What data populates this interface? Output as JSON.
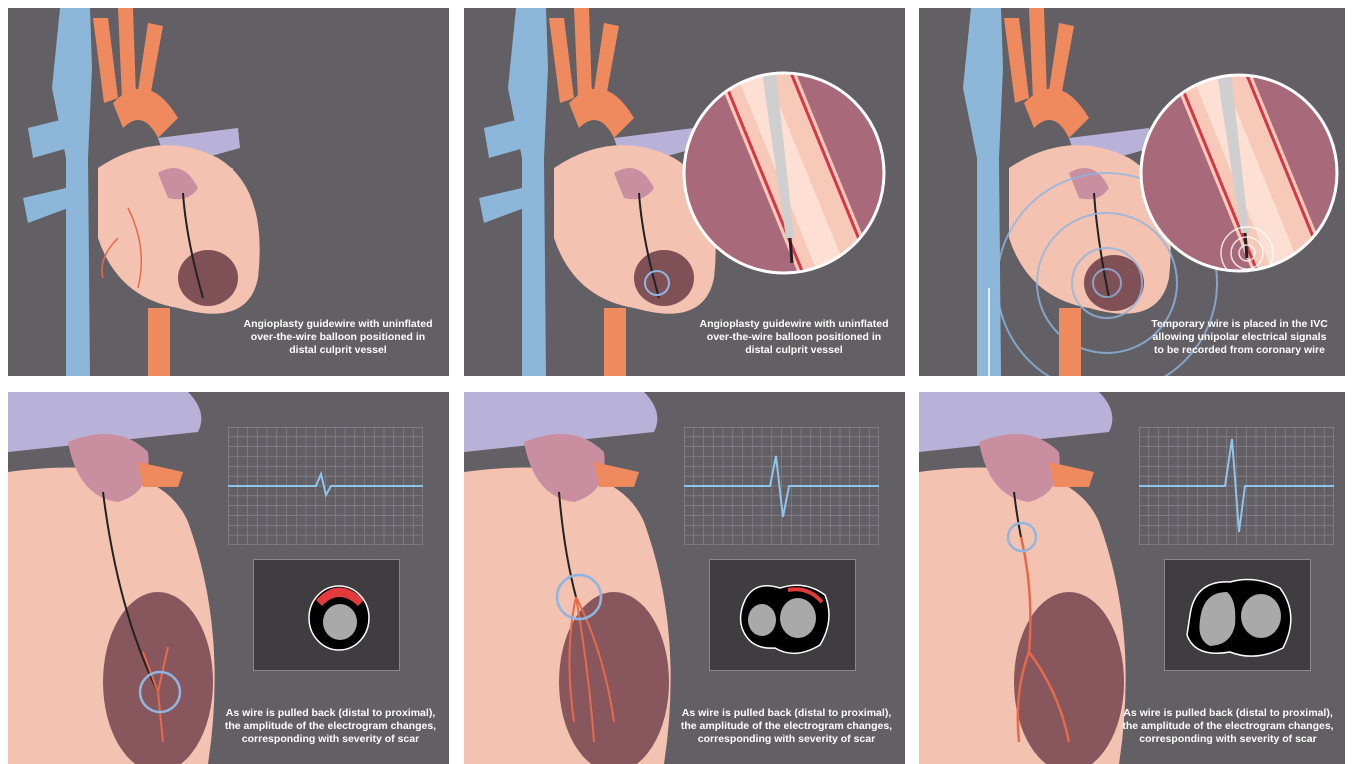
{
  "panels": [
    {
      "caption": [
        "Angioplasty guidewire with uninflated",
        "over-the-wire balloon positioned in",
        "distal culprit vessel"
      ]
    },
    {
      "caption": [
        "Angioplasty guidewire with uninflated",
        "over-the-wire balloon positioned in",
        "distal culprit vessel"
      ]
    },
    {
      "caption": [
        "Temporary wire is placed in the IVC",
        "allowing unipolar electrical signals",
        "to be recorded from coronary wire"
      ]
    },
    {
      "caption": [
        "As wire is pulled back (distal to proximal),",
        "the amplitude of the electrogram changes,",
        "corresponding with severity of scar"
      ],
      "electrogram_amplitude": "small"
    },
    {
      "caption": [
        "As wire is pulled back (distal to proximal),",
        "the amplitude of the electrogram changes,",
        "corresponding with severity of scar"
      ],
      "electrogram_amplitude": "medium"
    },
    {
      "caption": [
        "As wire is pulled back (distal to proximal),",
        "the amplitude of the electrogram changes,",
        "corresponding with severity of scar"
      ],
      "electrogram_amplitude": "large"
    }
  ],
  "colors": {
    "panel_background": "#625f65",
    "vein": "#8cb7d9",
    "artery": "#ef8a5e",
    "heart": "#f4c2b0",
    "scar": "#5a2a3a",
    "electrogram": "#8fc4ec",
    "highlight_circle": "#8fb6e0",
    "scar_marker": "#e23b3b"
  }
}
